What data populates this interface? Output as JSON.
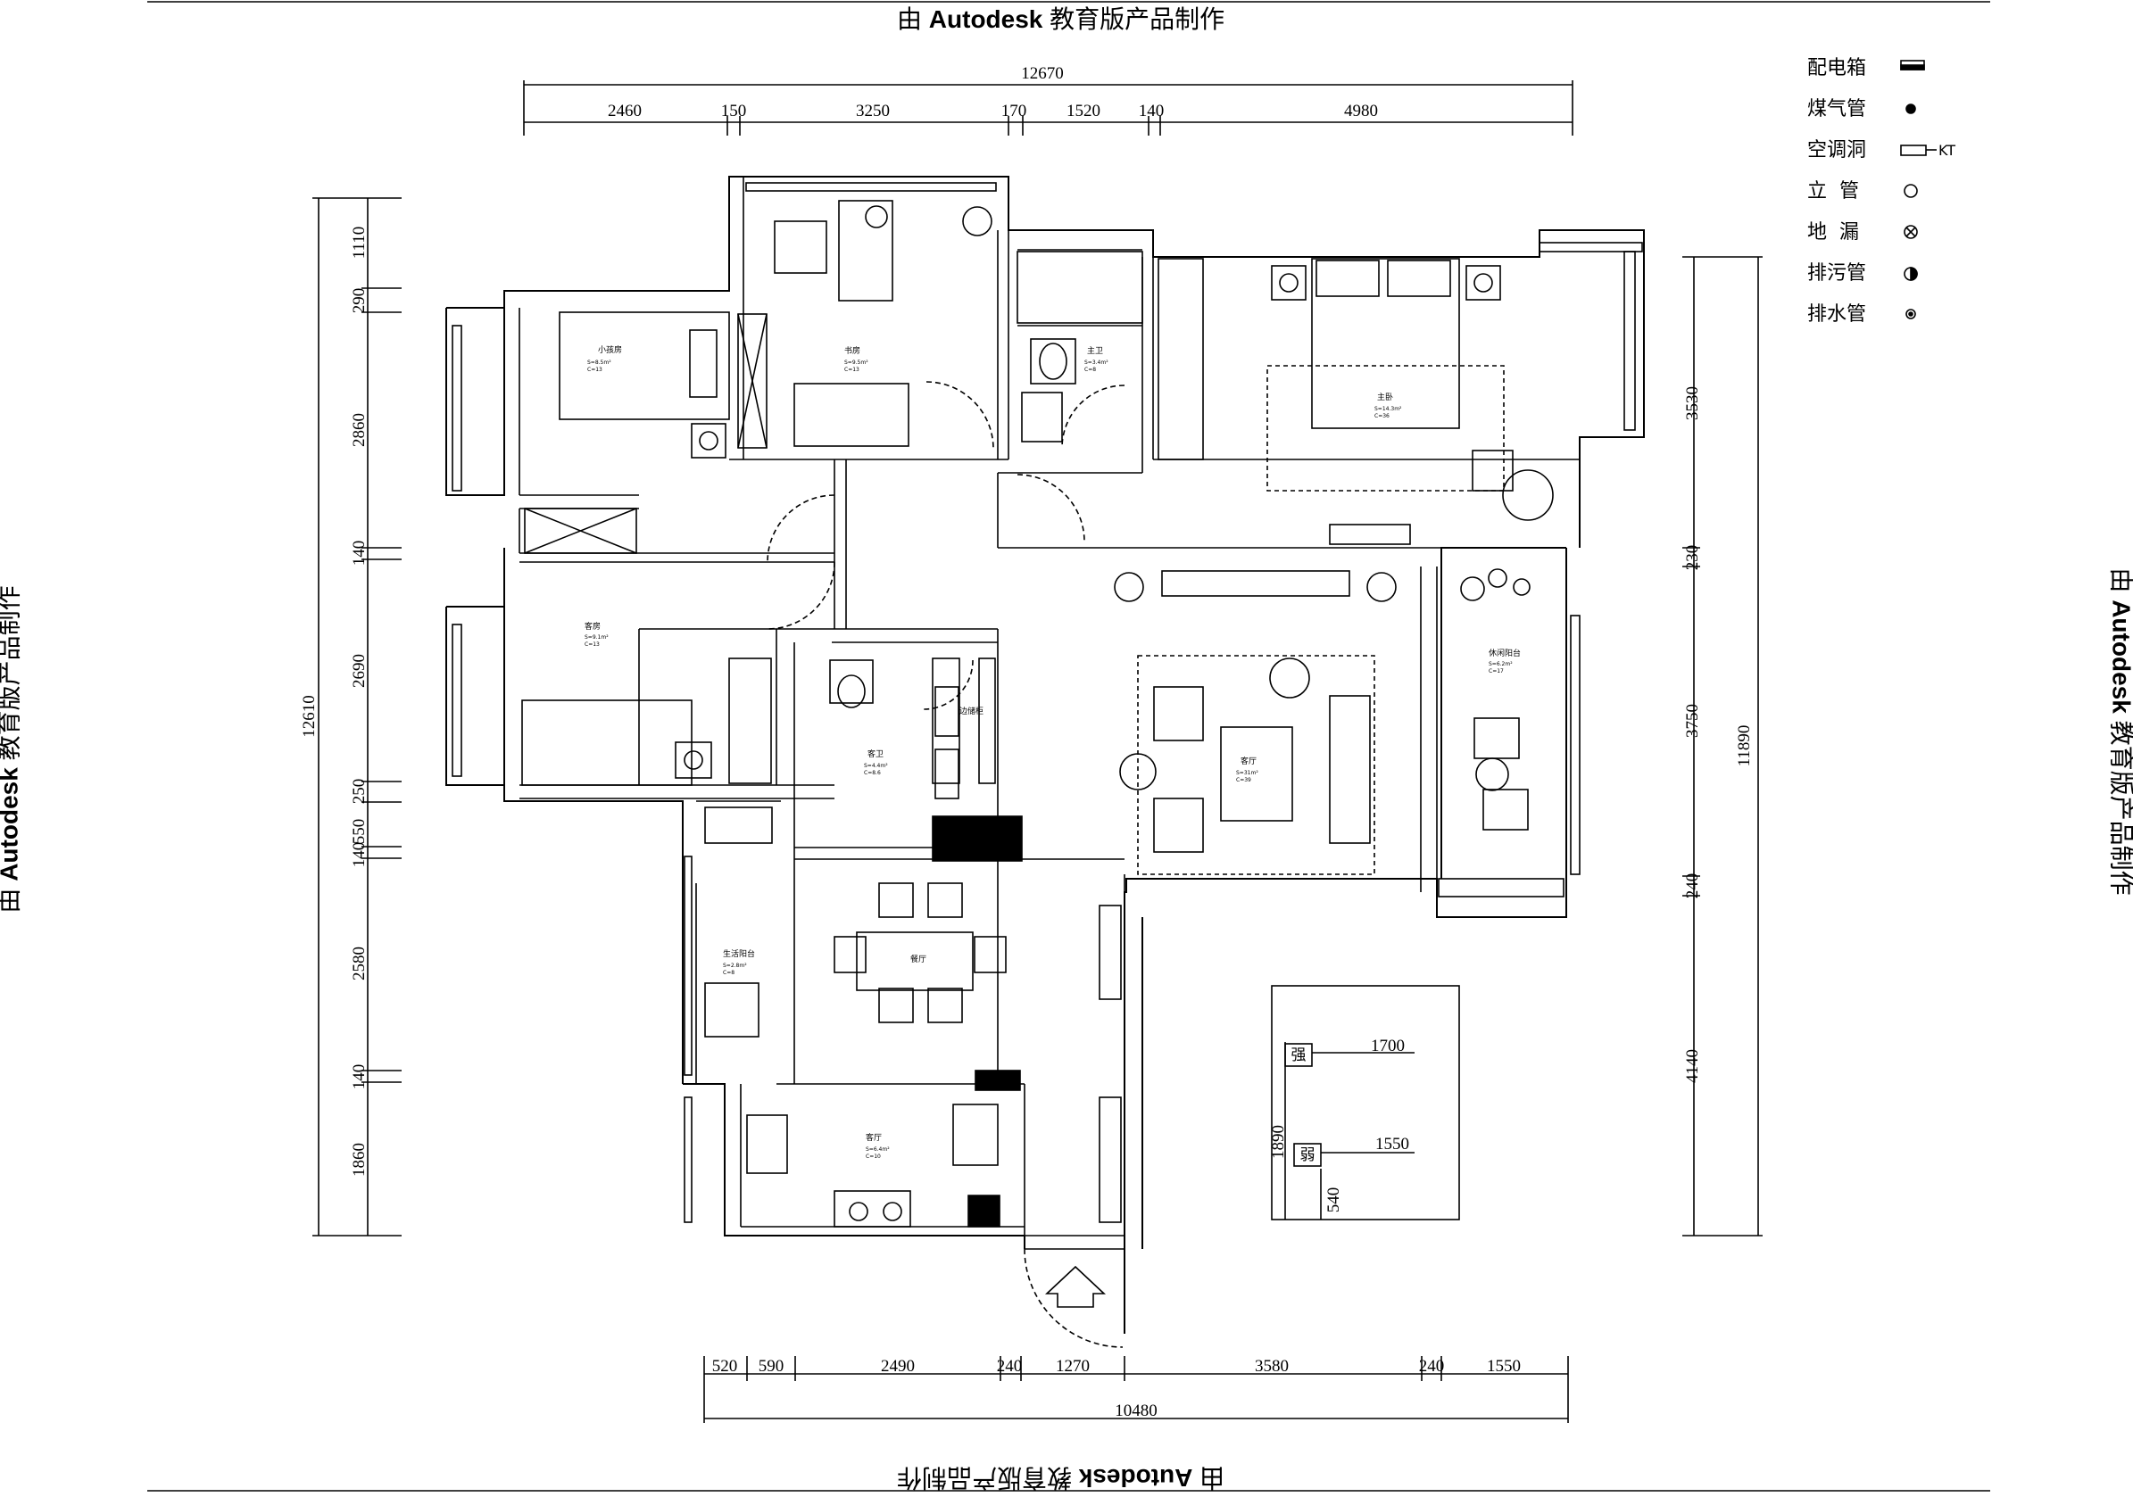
{
  "watermark": {
    "prefix": "由",
    "brand": "Autodesk",
    "suffix": "教育版产品制作"
  },
  "legend": [
    {
      "label": "配电箱",
      "icon": "distribution-box-icon"
    },
    {
      "label": "煤气管",
      "icon": "gas-pipe-icon"
    },
    {
      "label": "空调洞",
      "icon": "ac-hole-icon",
      "tag": "KT"
    },
    {
      "label": "立  管",
      "icon": "riser-pipe-icon"
    },
    {
      "label": "地  漏",
      "icon": "floor-drain-icon"
    },
    {
      "label": "排污管",
      "icon": "sewage-pipe-icon"
    },
    {
      "label": "排水管",
      "icon": "drain-pipe-icon"
    }
  ],
  "dims_top": {
    "total": "12670",
    "parts": [
      "2460",
      "150",
      "3250",
      "170",
      "1520",
      "140",
      "4980"
    ]
  },
  "dims_bottom": {
    "total": "10480",
    "parts": [
      "520",
      "590",
      "2490",
      "240",
      "1270",
      "3580",
      "240",
      "1550"
    ]
  },
  "dims_left": {
    "total": "12610",
    "parts": [
      "1110",
      "290",
      "2860",
      "140",
      "2690",
      "250",
      "550",
      "140",
      "2580",
      "140",
      "1860"
    ]
  },
  "dims_right": {
    "total": "11890",
    "parts": [
      "3530",
      "230",
      "3750",
      "240",
      "4140"
    ]
  },
  "inset": {
    "strong": "强",
    "weak": "弱",
    "w1": "1700",
    "w2": "1550",
    "h": "1890",
    "h2": "540"
  },
  "rooms": [
    {
      "name": "小孩房",
      "sub1": "S=8.5m²",
      "sub2": "C=13"
    },
    {
      "name": "书房",
      "sub1": "S=9.5m²",
      "sub2": "C=13"
    },
    {
      "name": "主卫",
      "sub1": "S=3.4m²",
      "sub2": "C=8"
    },
    {
      "name": "主卧",
      "sub1": "S=14.3m²",
      "sub2": "C=36"
    },
    {
      "name": "客房",
      "sub1": "S=9.1m²",
      "sub2": "C=13"
    },
    {
      "name": "客卫",
      "sub1": "S=4.4m²",
      "sub2": "C=8.6"
    },
    {
      "name": "边储柜",
      "sub1": "",
      "sub2": ""
    },
    {
      "name": "客厅",
      "sub1": "S=31m²",
      "sub2": "C=39"
    },
    {
      "name": "休闲阳台",
      "sub1": "S=6.2m²",
      "sub2": "C=17"
    },
    {
      "name": "生活阳台",
      "sub1": "S=2.8m²",
      "sub2": "C=8"
    },
    {
      "name": "餐厅",
      "sub1": "",
      "sub2": ""
    },
    {
      "name": "客厅",
      "sub1": "S=6.4m²",
      "sub2": "C=10"
    }
  ]
}
